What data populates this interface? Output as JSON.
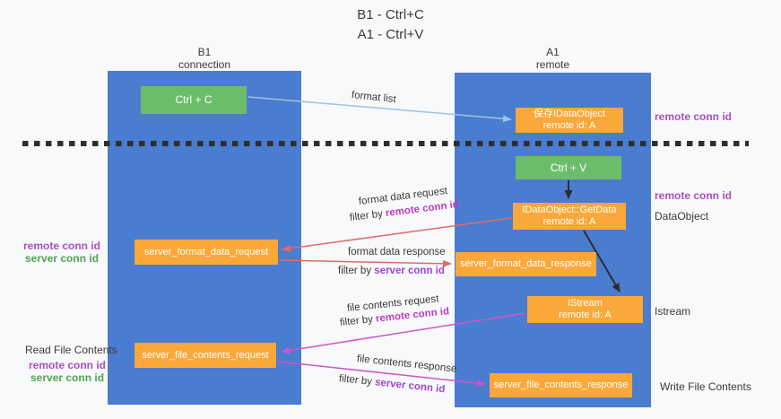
{
  "title": {
    "line1": "B1 - Ctrl+C",
    "line2": "A1 - Ctrl+V"
  },
  "lanes": {
    "left": {
      "name": "B1",
      "role": "connection"
    },
    "right": {
      "name": "A1",
      "role": "remote"
    }
  },
  "nodes": {
    "ctrl_c": {
      "label": "Ctrl + C"
    },
    "ctrl_v": {
      "label": "Ctrl + V"
    },
    "save_dataobject": {
      "line1": "保存IDataObject",
      "line2": "remote id: A"
    },
    "getdata": {
      "line1": "IDataObject::GetData",
      "line2": "remote id: A"
    },
    "istream": {
      "line1": "IStream",
      "line2": "remote id: A"
    },
    "format_request": {
      "label": "server_format_data_request"
    },
    "format_response": {
      "label": "server_format_data_response"
    },
    "file_request": {
      "label": "server_file_contents_request"
    },
    "file_response": {
      "label": "server_file_contents_response"
    }
  },
  "flow_labels": {
    "format_list": "format list",
    "format_data_request": "format data request",
    "format_data_response": "format data response",
    "file_contents_request": "file contents request",
    "file_contents_response": "file contents response",
    "filter_by": "filter by",
    "remote_conn_id": "remote conn id",
    "server_conn_id": "server conn id"
  },
  "side_labels": {
    "remote_conn_id": "remote conn id",
    "server_conn_id": "server conn id",
    "read_file_contents": "Read File Contents",
    "write_file_contents": "Write File Contents",
    "dataobject": "DataObject",
    "istream": "Istream"
  },
  "colors": {
    "lane_blue": "#4a7ccf",
    "node_green": "#6cbd6b",
    "node_orange": "#f9a839",
    "arrow_blue": "#9dc3e6",
    "arrow_red": "#e06a6a",
    "arrow_magenta": "#cc55cc",
    "arrow_black": "#2d2d2d",
    "text_purple": "#a94fc2",
    "text_magenta": "#c23ac2",
    "text_violet": "#9b45d6",
    "text_green": "#52a352",
    "text_dark": "#3a3a3a"
  }
}
